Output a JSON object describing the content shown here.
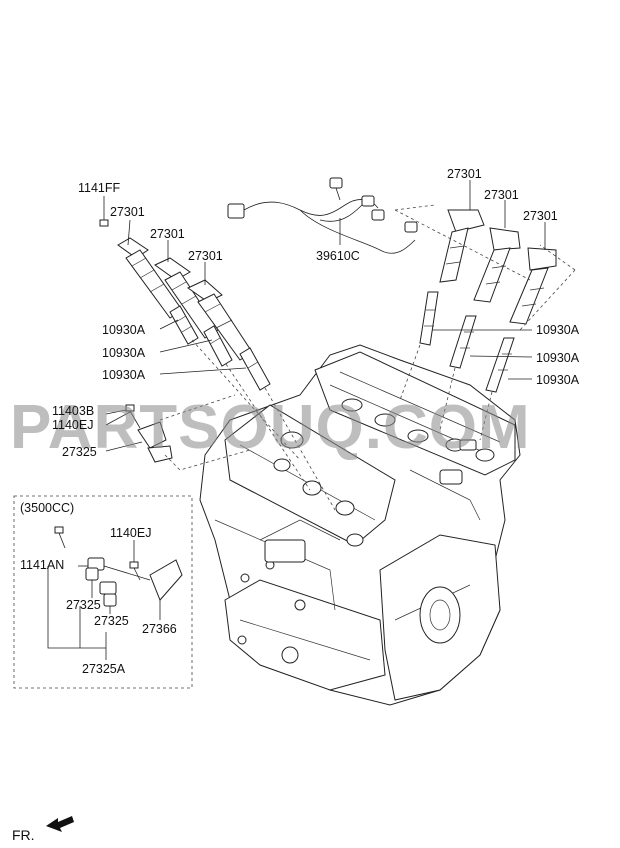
{
  "watermark": "PARTSOUQ.COM",
  "orientation_label": "FR.",
  "variant_box_label": "(3500CC)",
  "callouts": {
    "c1141FF": "1141FF",
    "c27301_a": "27301",
    "c27301_b": "27301",
    "c27301_c": "27301",
    "c27301_d": "27301",
    "c27301_e": "27301",
    "c27301_f": "27301",
    "c39610C": "39610C",
    "c10930A_a": "10930A",
    "c10930A_b": "10930A",
    "c10930A_c": "10930A",
    "c10930A_d": "10930A",
    "c10930A_e": "10930A",
    "c10930A_f": "10930A",
    "c11403B": "11403B",
    "c1140EJ_a": "1140EJ",
    "c27325_a": "27325",
    "c1140EJ_b": "1140EJ",
    "c1141AN": "1141AN",
    "c27325_b": "27325",
    "c27325_c": "27325",
    "c27366": "27366",
    "c27325A": "27325A"
  },
  "icons": {
    "arrow": "front-direction-arrow-icon"
  }
}
